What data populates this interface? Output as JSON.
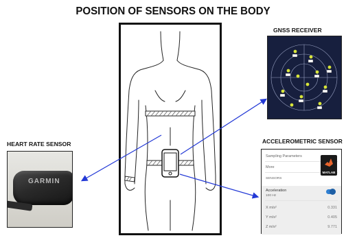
{
  "title": "POSITION OF SENSORS ON THE BODY",
  "labels": {
    "gnss": "GNSS RECEIVER",
    "heart": "HEART RATE SENSOR",
    "accel": "ACCELEROMETRIC SENSOR"
  },
  "heart_photo": {
    "brand": "GARMIN"
  },
  "accel_screen": {
    "sampling": "Sampling Parameters",
    "more": "More",
    "sensors": "SENSORS",
    "acceleration": "Acceleration",
    "rate": "100 Hz",
    "x_label": "X m/s²",
    "y_label": "Y m/s²",
    "z_label": "Z m/s²",
    "x_val": "0.331",
    "y_val": "0.405",
    "z_val": "9.771",
    "matlab": "MATLAB"
  },
  "colors": {
    "arrow": "#2339d6",
    "gnss_bg": "#171f3e",
    "satellite": "#d8e53a",
    "band": "#9a9a9a"
  }
}
